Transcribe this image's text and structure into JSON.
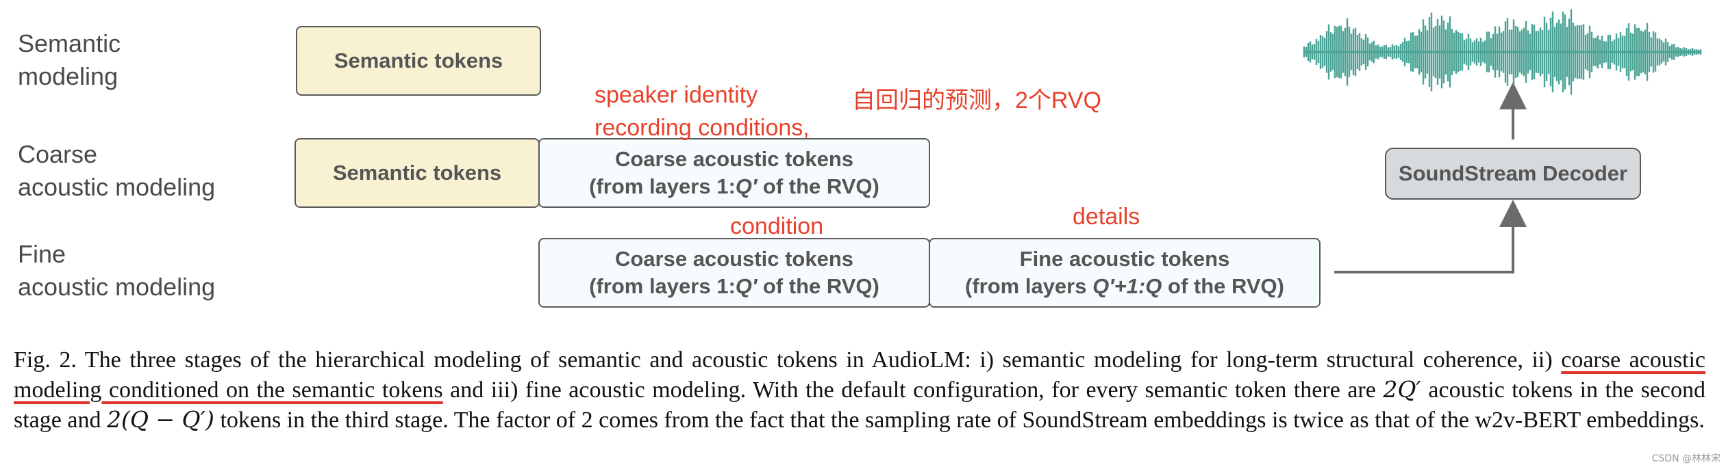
{
  "stages": [
    {
      "line1": "Semantic",
      "line2": "modeling"
    },
    {
      "line1": "Coarse",
      "line2": "acoustic modeling"
    },
    {
      "line1": "Fine",
      "line2": "acoustic modeling"
    }
  ],
  "boxes": {
    "semantic_row1": "Semantic tokens",
    "semantic_row2": "Semantic tokens",
    "coarse_row2_line1": "Coarse acoustic tokens",
    "coarse_row2_line2_prefix": "(from layers 1:",
    "coarse_row2_line2_var": "Q′",
    "coarse_row2_line2_suffix": " of the RVQ)",
    "coarse_row3_line1": "Coarse acoustic tokens",
    "coarse_row3_line2_prefix": "(from layers 1:",
    "coarse_row3_line2_var": "Q′",
    "coarse_row3_line2_suffix": " of the RVQ)",
    "fine_line1": "Fine acoustic tokens",
    "fine_line2_prefix": "(from layers ",
    "fine_line2_var": "Q′+1:Q",
    "fine_line2_suffix": " of the RVQ)",
    "decoder": "SoundStream Decoder"
  },
  "annotations": {
    "speaker": "speaker identity",
    "recording": "recording conditions,",
    "autoregressive": "自回归的预测，2个RVQ",
    "condition": "condition",
    "details": "details"
  },
  "caption": {
    "p1": "Fig. 2.  The three stages of the hierarchical modeling of semantic and acoustic tokens in AudioLM: i) semantic modeling for long-term structural coherence, ii) ",
    "underlined": "coarse acoustic modeling conditioned on the semantic tokens",
    "p2": " and iii) fine acoustic modeling. With the default configuration, for every semantic token there are ",
    "m1": "2Q′",
    "p3": " acoustic tokens in the second stage and ",
    "m2": "2(Q − Q′)",
    "p4": " tokens in the third stage. The factor of 2 comes from the fact that the sampling rate of SoundStream embeddings is twice as that of the w2v-BERT embeddings."
  },
  "watermark": "CSDN @林林宋",
  "colors": {
    "semantic_fill": "#f8f2d3",
    "acoustic_fill": "#f6fbfd",
    "decoder_fill": "#d7dadc",
    "annotation_red": "#e8412b",
    "waveform_teal": "#4aa394",
    "arrow_gray": "#6b6b6b"
  },
  "icons": {
    "waveform": "audio-waveform-icon"
  }
}
